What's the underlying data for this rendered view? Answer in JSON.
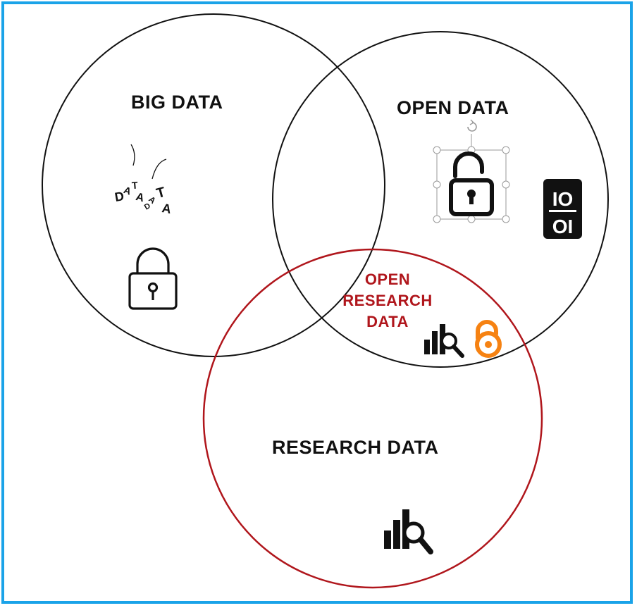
{
  "diagram": {
    "type": "venn",
    "sets": [
      {
        "id": "big-data",
        "label": "BIG DATA",
        "color": "#111111"
      },
      {
        "id": "open-data",
        "label": "OPEN DATA",
        "color": "#111111"
      },
      {
        "id": "research-data",
        "label": "RESEARCH DATA",
        "color": "#b0161c"
      }
    ],
    "intersection": {
      "sets": [
        "open-data",
        "research-data"
      ],
      "label_lines": [
        "OPEN",
        "RESEARCH",
        "DATA"
      ],
      "color": "#b0161c"
    },
    "scattered_letters": [
      "D",
      "A",
      "T",
      "A",
      "D",
      "A",
      "T",
      "A"
    ],
    "binary_icon_rows": [
      "IO",
      "OI"
    ],
    "colors": {
      "frame": "#1aa3e8",
      "circle": "#111111",
      "research_circle": "#b0161c",
      "open_access_icon": "#f68212"
    },
    "icons": [
      "lock-closed-icon",
      "lock-open-icon",
      "binary-data-icon",
      "data-search-icon",
      "open-access-icon",
      "scattered-data-letters-icon"
    ]
  }
}
